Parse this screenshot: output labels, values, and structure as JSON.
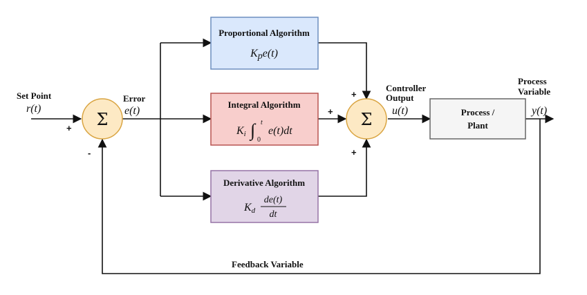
{
  "diagram": {
    "set_point_label": "Set Point",
    "set_point_symbol": "r(t)",
    "error_label": "Error",
    "error_symbol": "e(t)",
    "sum_symbol": "Σ",
    "sum1_plus": "+",
    "sum1_minus": "-",
    "sum2_plus_top": "+",
    "sum2_plus_left": "+",
    "sum2_plus_bottom": "+",
    "controller_output_line1": "Controller",
    "controller_output_line2": "Output",
    "controller_output_symbol": "u(t)",
    "process_variable_line1": "Process",
    "process_variable_line2": "Variable",
    "process_variable_symbol": "y(t)",
    "feedback_label": "Feedback Variable",
    "proportional": {
      "title": "Proportional Algorithm",
      "formula_k": "K",
      "formula_sub": "p",
      "formula_rest": "e(t)"
    },
    "integral": {
      "title": "Integral  Algorithm",
      "formula_k": "K",
      "formula_sub": "i",
      "integral_upper": "t",
      "integral_lower": "0",
      "formula_rest": "e(t)dt"
    },
    "derivative": {
      "title": "Derivative Algorithm",
      "formula_k": "K",
      "formula_sub": "d",
      "numerator": "de(t)",
      "denominator": "dt"
    },
    "process": {
      "line1": "Process /",
      "line2": "Plant"
    },
    "colors": {
      "sum_fill": "#fde9c4",
      "sum_stroke": "#d9a441",
      "prop_fill": "#dae8fc",
      "prop_stroke": "#6c8ebf",
      "int_fill": "#f8cecc",
      "int_stroke": "#b85450",
      "der_fill": "#e1d5e7",
      "der_stroke": "#9673a6",
      "plant_fill": "#f5f5f5",
      "plant_stroke": "#666666"
    }
  }
}
